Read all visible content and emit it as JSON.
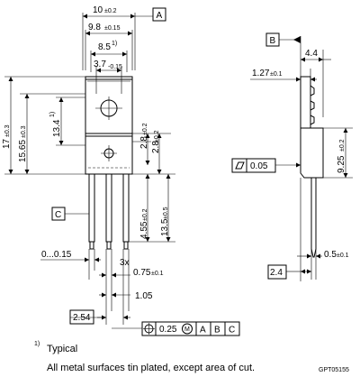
{
  "front_view": {
    "dim_width": "10",
    "dim_width_tol": "±0.2",
    "datum_a": "A",
    "dim_tab_width": "9.8",
    "dim_tab_width_tol": "±0.15",
    "dim_pitch": "8.5",
    "dim_pitch_note": "1)",
    "dim_hole_width": "3.7",
    "dim_hole_width_tol": "-0.15",
    "dim_total_height": "17",
    "dim_total_height_tol": "±0.3",
    "dim_tab_height": "15.65",
    "dim_tab_height_tol": "±0.3",
    "dim_hole_center": "13.4",
    "dim_hole_center_note": "1)",
    "dim_body_upper": "2.8",
    "dim_body_upper_tol": "±0.2",
    "dim_body_height": "2.8",
    "dim_body_height_tol": "±0.2",
    "datum_c": "C",
    "dim_lead_shoulder": "4.55",
    "dim_lead_shoulder_tol": "±0.2",
    "dim_lead_length": "13.5",
    "dim_lead_length_tol": "±0.5",
    "dim_lead_offset": "0...0.15",
    "dim_lead_count": "3x",
    "dim_lead_width": "0.75",
    "dim_lead_width_tol": "±0.1",
    "dim_lead_thickness": "1.05",
    "dim_lead_spacing": "2.54",
    "position_tolerance": "0.25",
    "position_modifier": "M",
    "position_refs": [
      "A",
      "B",
      "C"
    ]
  },
  "side_view": {
    "datum_b": "B",
    "dim_depth": "4.4",
    "dim_tab_thickness": "1.27",
    "dim_tab_thickness_tol": "±0.1",
    "flatness_value": "0.05",
    "dim_body_side": "9.25",
    "dim_body_side_tol": "±0.2",
    "dim_lead_thickness": "0.5",
    "dim_lead_thickness_tol": "±0.1",
    "dim_lead_offset": "2.4"
  },
  "notes": {
    "footnote_marker": "1)",
    "footnote_title": "Typical",
    "footnote_body": "All metal surfaces tin plated, except area of cut.",
    "drawing_code": "GPT05155"
  }
}
